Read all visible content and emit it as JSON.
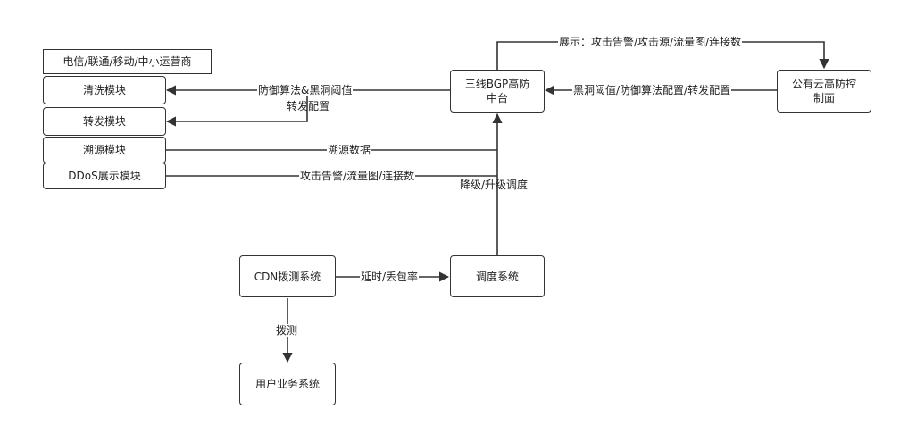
{
  "nodes": {
    "carriers": "电信/联通/移动/中小运营商",
    "cleaning": "清洗模块",
    "forwarding": "转发模块",
    "tracing": "溯源模块",
    "ddos_display": "DDoS展示模块",
    "bgp_line1": "三线BGP高防",
    "bgp_line2": "中台",
    "cloud_line1": "公有云高防控",
    "cloud_line2": "制面",
    "cdn_probe": "CDN拨测系统",
    "scheduler": "调度系统",
    "user_system": "用户业务系统"
  },
  "edges": {
    "display_to_cloud": "展示：攻击告警/攻击源/流量图/连接数",
    "cloud_to_bgp": "黑洞阈值/防御算法配置/转发配置",
    "bgp_to_cleaning": "防御算法&黑洞阈值",
    "bgp_to_forwarding": "转发配置",
    "tracing_data": "溯源数据",
    "attack_data": "攻击告警/流量图/连接数",
    "downgrade": "降级/升级调度",
    "latency": "延时/丢包率",
    "probe": "拨测"
  }
}
